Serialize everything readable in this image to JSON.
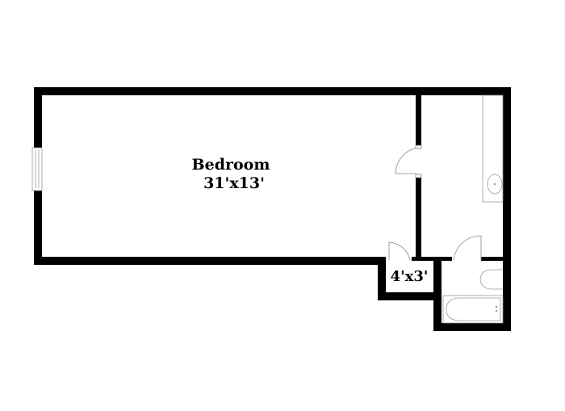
{
  "rooms": [
    {
      "name": "Bedroom",
      "size": "31'x13'"
    },
    {
      "name": "",
      "size": "4'x3'"
    }
  ],
  "colors": {
    "wall": "#000000",
    "fixture": "#9a9a9a",
    "background": "#ffffff"
  }
}
